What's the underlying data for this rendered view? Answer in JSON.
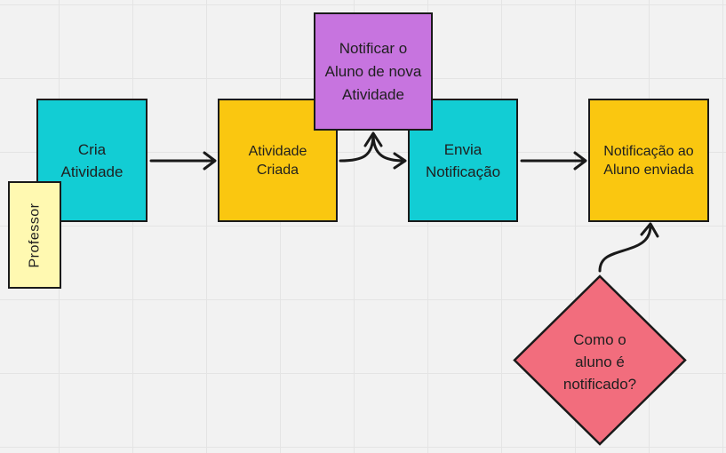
{
  "diagram": {
    "nodes": {
      "cria_atividade": {
        "text": "Cria\nAtividade",
        "color": "#12cdd4"
      },
      "atividade_criada": {
        "text": "Atividade\nCriada",
        "color": "#fac710"
      },
      "notificar_aluno": {
        "text": "Notificar o\nAluno de nova\nAtividade",
        "color": "#c774df"
      },
      "envia_notificacao": {
        "text": "Envia\nNotificação",
        "color": "#12cdd4"
      },
      "notificacao_enviada": {
        "text": "Notificação ao\nAluno enviada",
        "color": "#fac710"
      },
      "professor": {
        "text": "Professor",
        "color": "#fff9b1"
      },
      "decision": {
        "text": "Como o\naluno é\nnotificado?",
        "color": "#f26d7d"
      }
    },
    "edges": [
      {
        "from": "cria_atividade",
        "to": "atividade_criada"
      },
      {
        "from": "atividade_criada",
        "to": "notificar_aluno"
      },
      {
        "from": "notificar_aluno",
        "to": "envia_notificacao"
      },
      {
        "from": "envia_notificacao",
        "to": "notificacao_enviada"
      },
      {
        "from": "decision",
        "to": "notificacao_enviada"
      }
    ]
  }
}
